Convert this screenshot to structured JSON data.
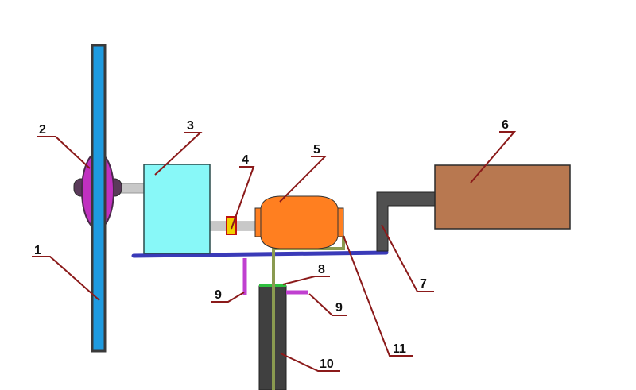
{
  "colors": {
    "blade": "#1e9be0",
    "blade_outline": "#3a3a3a",
    "hub": "#c030c0",
    "hub_dark": "#5a3a5a",
    "shaft": "#c8c8c8",
    "box3": "#88f8f8",
    "coupling": "#f0d000",
    "coupling_outline": "#c01010",
    "motor5": "#ff7f20",
    "box6": "#b87850",
    "bracket7": "#505050",
    "platform": "#3a3ab8",
    "support9": "#c040d0",
    "mast10": "#404040",
    "wire11": "#8a9a50",
    "bearing8": "#30c040",
    "leader": "#8b1a1a"
  },
  "labels": {
    "l1": "1",
    "l2": "2",
    "l3": "3",
    "l4": "4",
    "l5": "5",
    "l6": "6",
    "l7": "7",
    "l8": "8",
    "l9a": "9",
    "l9b": "9",
    "l10": "10",
    "l11": "11"
  }
}
